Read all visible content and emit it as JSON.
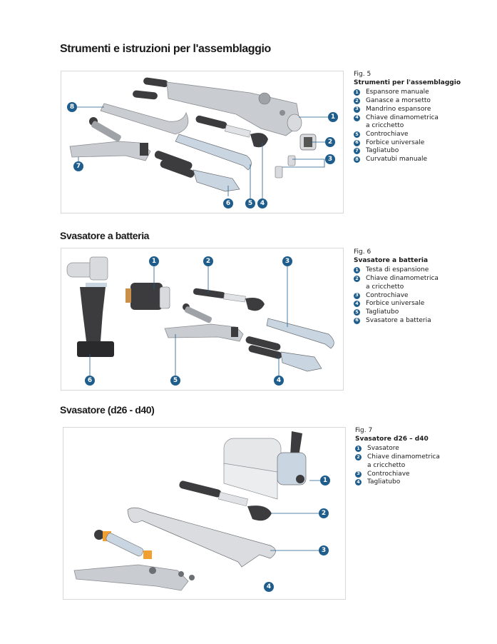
{
  "page": {
    "title": "Strumenti e istruzioni per l'assemblaggio"
  },
  "sections": [
    {
      "heading": "",
      "figure": {
        "number": "Fig. 5",
        "title": "Strumenti per l'assemblaggio",
        "items": [
          {
            "n": "1",
            "label": "Espansore manuale"
          },
          {
            "n": "2",
            "label": "Ganasce a morsetto"
          },
          {
            "n": "3",
            "label": "Mandrino espansore"
          },
          {
            "n": "4",
            "label": "Chiave dinamometrica\na cricchetto"
          },
          {
            "n": "5",
            "label": "Controchiave"
          },
          {
            "n": "6",
            "label": "Forbice universale"
          },
          {
            "n": "7",
            "label": "Tagliatubo"
          },
          {
            "n": "8",
            "label": "Curvatubi manuale"
          }
        ]
      }
    },
    {
      "heading": "Svasatore a batteria",
      "figure": {
        "number": "Fig. 6",
        "title": "Svasatore a batteria",
        "items": [
          {
            "n": "1",
            "label": "Testa di espansione"
          },
          {
            "n": "2",
            "label": "Chiave dinamometrica\na cricchetto"
          },
          {
            "n": "3",
            "label": "Controchiave"
          },
          {
            "n": "4",
            "label": "Forbice universale"
          },
          {
            "n": "5",
            "label": "Tagliatubo"
          },
          {
            "n": "6",
            "label": "Svasatore a batteria"
          }
        ]
      }
    },
    {
      "heading": "Svasatore (d26 - d40)",
      "figure": {
        "number": "Fig. 7",
        "title": "Svasatore d26 – d40",
        "items": [
          {
            "n": "1",
            "label": "Svasatore"
          },
          {
            "n": "2",
            "label": "Chiave dinamometrica\na cricchetto"
          },
          {
            "n": "3",
            "label": "Controchiave"
          },
          {
            "n": "4",
            "label": "Tagliatubo"
          }
        ]
      }
    }
  ],
  "colors": {
    "badge": "#1f5d8c",
    "tool_dark": "#3c3c3e",
    "tool_light": "#c9ccd0",
    "accent_orange": "#f0a030"
  }
}
